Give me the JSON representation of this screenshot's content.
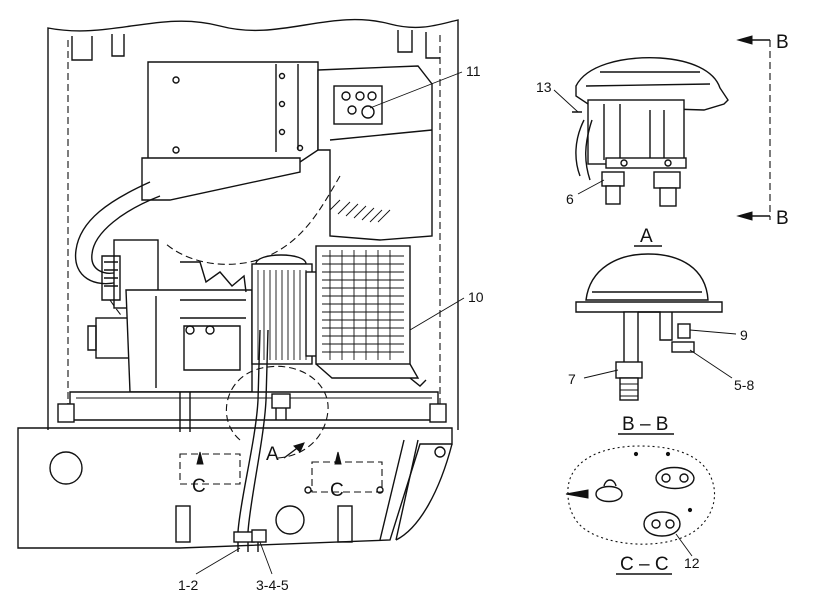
{
  "callouts": {
    "c11": "11",
    "c10": "10",
    "c1_2": "1-2",
    "c3_4_5": "3-4-5",
    "c13": "13",
    "c6": "6",
    "c9": "9",
    "c7": "7",
    "c5_8": "5-8",
    "c12": "12"
  },
  "markers": {
    "view_a": "A",
    "arrow_b_top": "B",
    "arrow_b_bottom": "B",
    "section_c_left": "C",
    "section_c_right": "C"
  },
  "section_titles": {
    "a": "A",
    "bb": "B – B",
    "cc": "C – C"
  }
}
